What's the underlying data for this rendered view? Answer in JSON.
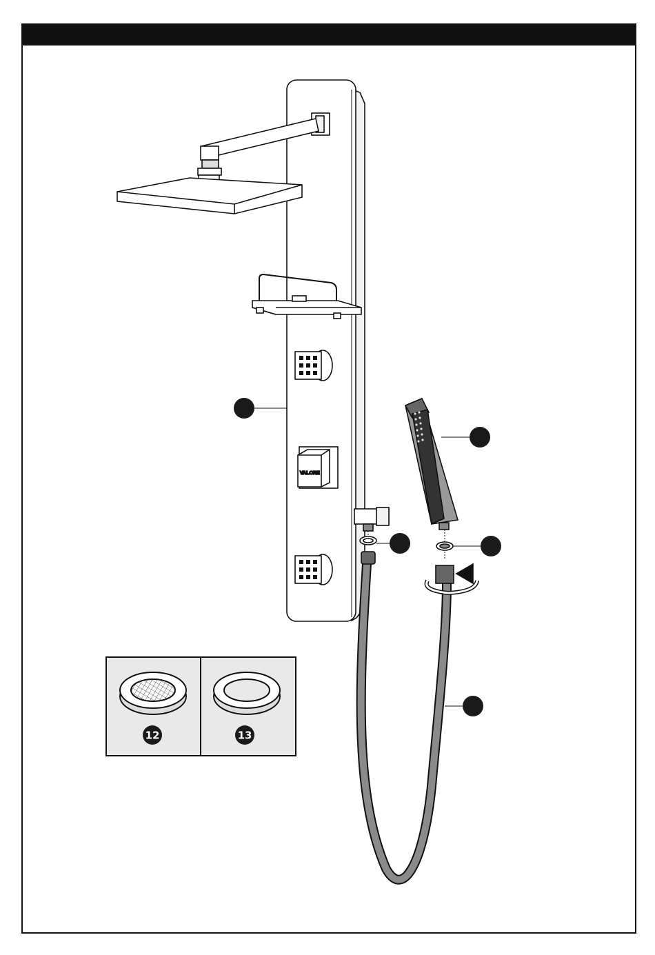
{
  "brand_label": "VALORE",
  "inset_parts": [
    {
      "number": "12",
      "kind": "mesh-filter-washer"
    },
    {
      "number": "13",
      "kind": "plain-washer"
    }
  ],
  "colors": {
    "line": "#111111",
    "hose": "#8a8a8a",
    "inset_bg": "#e9e9e9",
    "callout": "#1a1a1a"
  }
}
